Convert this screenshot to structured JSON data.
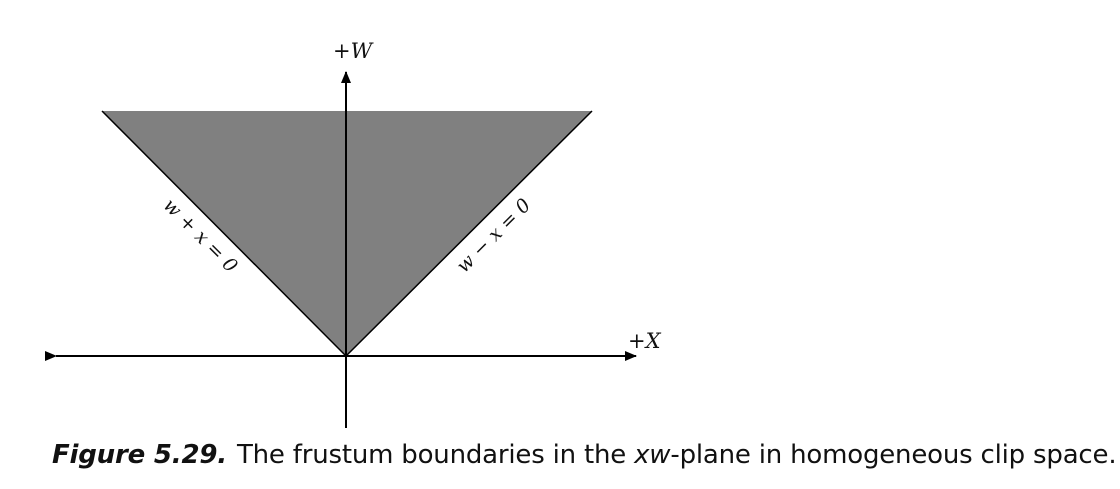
{
  "axes": {
    "w_label": "+W",
    "x_label": "+X"
  },
  "boundaries": {
    "left": "w + x = 0",
    "right": "w − x = 0"
  },
  "colors": {
    "region_fill": "#808080",
    "line": "#000000"
  },
  "caption": {
    "figure_number": "Figure 5.29.",
    "text_before": "The frustum boundaries in the ",
    "text_italic": "xw",
    "text_after": "-plane in homogeneous clip space."
  }
}
